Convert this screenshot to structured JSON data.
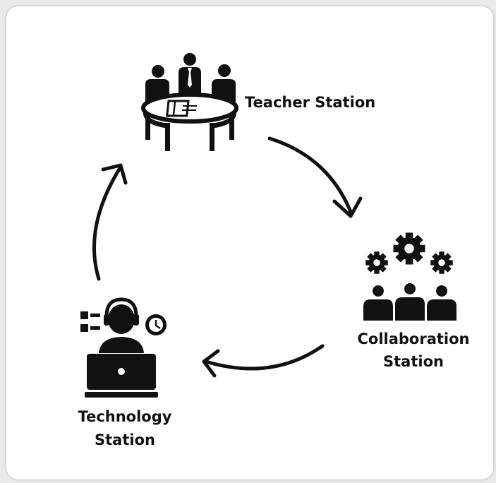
{
  "colors": {
    "ink": "#111111",
    "card": "#ffffff",
    "frame": "#e9e9e9"
  },
  "stations": [
    {
      "icon": "meeting-table-icon",
      "lines": [
        "Teacher Station"
      ]
    },
    {
      "icon": "gears-team-icon",
      "lines": [
        "Collaboration",
        "Station"
      ]
    },
    {
      "icon": "laptop-user-icon",
      "lines": [
        "Technology",
        "Station"
      ]
    }
  ],
  "cycle_arrows": [
    "teacher-to-collaboration",
    "collaboration-to-technology",
    "technology-to-teacher"
  ]
}
